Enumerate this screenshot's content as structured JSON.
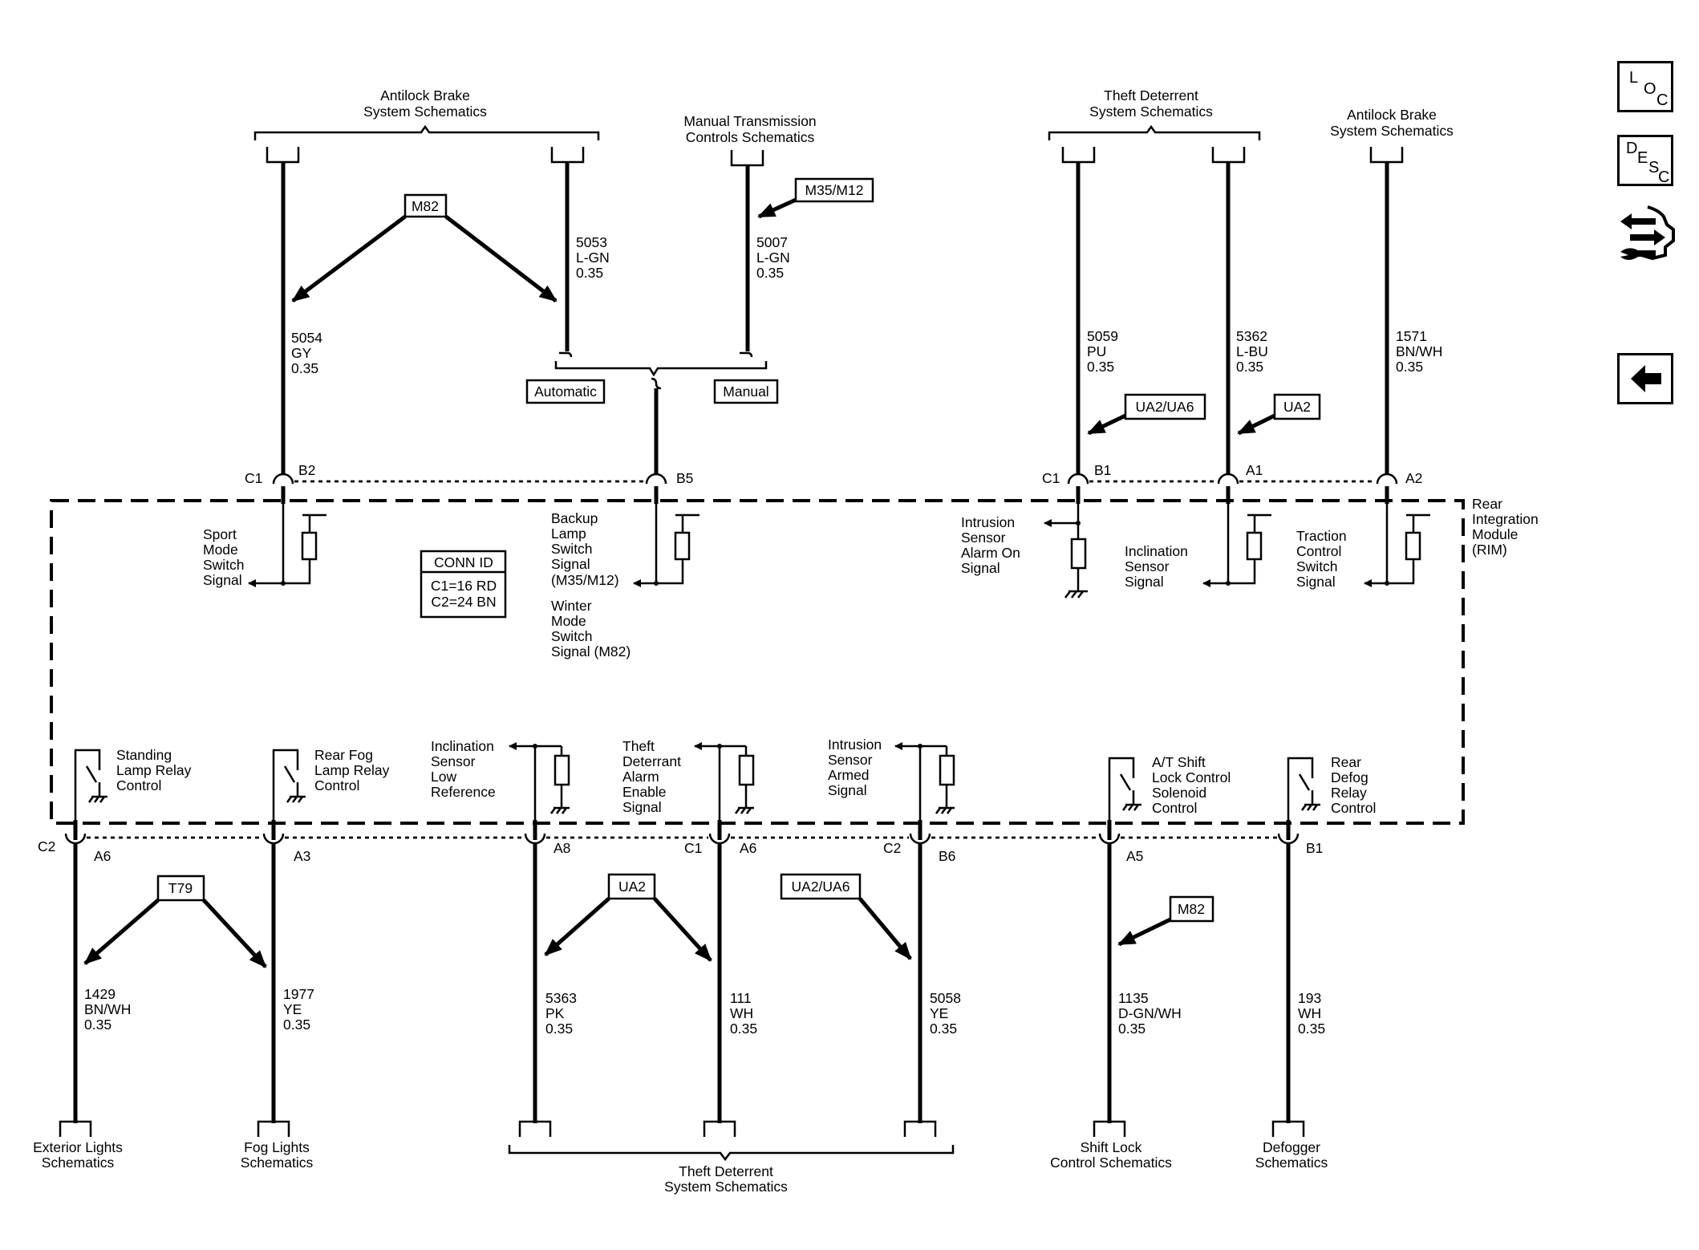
{
  "headers": {
    "abs_top": [
      "Antilock Brake",
      "System Schematics"
    ],
    "mtc_top": [
      "Manual Transmission",
      "Controls Schematics"
    ],
    "theft_top": [
      "Theft Deterrent",
      "System Schematics"
    ],
    "abs_top_right": [
      "Antilock Brake",
      "System Schematics"
    ]
  },
  "tags": {
    "m82_top": "M82",
    "m35m12": "M35/M12",
    "ua2ua6_top": "UA2/UA6",
    "ua2_top": "UA2",
    "t79": "T79",
    "ua2_bottom": "UA2",
    "ua2ua6_bottom": "UA2/UA6",
    "m82_bottom": "M82",
    "automatic": "Automatic",
    "manual": "Manual"
  },
  "wires_top": [
    {
      "circuit": "5054",
      "color": "GY",
      "size": "0.35"
    },
    {
      "circuit": "5053",
      "color": "L-GN",
      "size": "0.35"
    },
    {
      "circuit": "5007",
      "color": "L-GN",
      "size": "0.35"
    },
    {
      "circuit": "5059",
      "color": "PU",
      "size": "0.35"
    },
    {
      "circuit": "5362",
      "color": "L-BU",
      "size": "0.35"
    },
    {
      "circuit": "1571",
      "color": "BN/WH",
      "size": "0.35"
    }
  ],
  "wires_bottom": [
    {
      "circuit": "1429",
      "color": "BN/WH",
      "size": "0.35"
    },
    {
      "circuit": "1977",
      "color": "YE",
      "size": "0.35"
    },
    {
      "circuit": "5363",
      "color": "PK",
      "size": "0.35"
    },
    {
      "circuit": "111",
      "color": "WH",
      "size": "0.35"
    },
    {
      "circuit": "5058",
      "color": "YE",
      "size": "0.35"
    },
    {
      "circuit": "1135",
      "color": "D-GN/WH",
      "size": "0.35"
    },
    {
      "circuit": "193",
      "color": "WH",
      "size": "0.35"
    }
  ],
  "pins_top": {
    "c1a": "C1",
    "b2": "B2",
    "b5": "B5",
    "c1b": "C1",
    "b1": "B1",
    "a1": "A1",
    "a2": "A2"
  },
  "pins_bottom": {
    "c2a": "C2",
    "a6a": "A6",
    "a3": "A3",
    "a8": "A8",
    "c1": "C1",
    "a6b": "A6",
    "c2b": "C2",
    "b6": "B6",
    "a5": "A5",
    "b1": "B1"
  },
  "module": {
    "name": [
      "Rear",
      "Integration",
      "Module",
      "(RIM)"
    ]
  },
  "conn_id": {
    "title": "CONN ID",
    "c1": "C1=16 RD",
    "c2": "C2=24 BN"
  },
  "signals_top": {
    "sport": [
      "Sport",
      "Mode",
      "Switch",
      "Signal"
    ],
    "backup": [
      "Backup",
      "Lamp",
      "Switch",
      "Signal",
      "(M35/M12)"
    ],
    "winter": [
      "Winter",
      "Mode",
      "Switch",
      "Signal (M82)"
    ],
    "intrusion_alarm": [
      "Intrusion",
      "Sensor",
      "Alarm On",
      "Signal"
    ],
    "inclination": [
      "Inclination",
      "Sensor",
      "Signal"
    ],
    "traction": [
      "Traction",
      "Control",
      "Switch",
      "Signal"
    ]
  },
  "signals_bottom": {
    "standing": [
      "Standing",
      "Lamp Relay",
      "Control"
    ],
    "rearfog": [
      "Rear Fog",
      "Lamp Relay",
      "Control"
    ],
    "incl_low": [
      "Inclination",
      "Sensor",
      "Low",
      "Reference"
    ],
    "theft_alarm": [
      "Theft",
      "Deterrant",
      "Alarm",
      "Enable",
      "Signal"
    ],
    "intrusion_armed": [
      "Intrusion",
      "Sensor",
      "Armed",
      "Signal"
    ],
    "at_shift": [
      "A/T Shift",
      "Lock Control",
      "Solenoid",
      "Control"
    ],
    "rear_defog": [
      "Rear",
      "Defog",
      "Relay",
      "Control"
    ]
  },
  "footers": {
    "exterior": [
      "Exterior Lights",
      "Schematics"
    ],
    "fog": [
      "Fog Lights",
      "Schematics"
    ],
    "theft": [
      "Theft Deterrent",
      "System Schematics"
    ],
    "shiftlock": [
      "Shift Lock",
      "Control Schematics"
    ],
    "defogger": [
      "Defogger",
      "Schematics"
    ]
  },
  "nav": {
    "loc": [
      "L",
      "O",
      "C"
    ],
    "desc": [
      "D",
      "E",
      "S",
      "C"
    ],
    "back_icon": "arrow-left-icon",
    "component_icon": "connector-wrench-icon"
  }
}
